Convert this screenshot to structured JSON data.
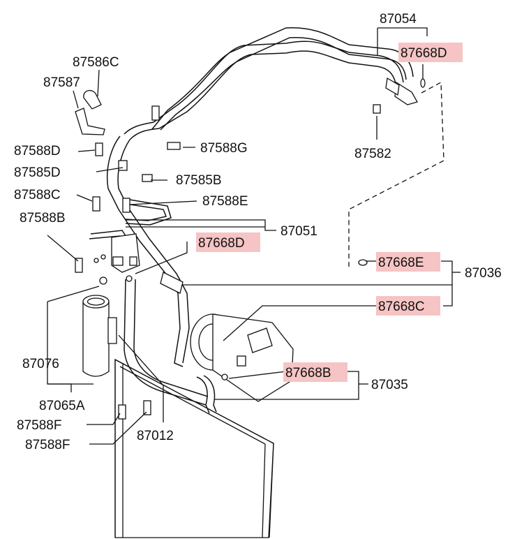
{
  "labels": {
    "l87054": "87054",
    "l87668D_top": "87668D",
    "l87586C": "87586C",
    "l87587": "87587",
    "l87582": "87582",
    "l87588D": "87588D",
    "l87588G": "87588G",
    "l87585D": "87585D",
    "l87585B": "87585B",
    "l87588C": "87588C",
    "l87588E": "87588E",
    "l87588B": "87588B",
    "l87051": "87051",
    "l87668D_mid": "87668D",
    "l87668E": "87668E",
    "l87036": "87036",
    "l87668C": "87668C",
    "l87076": "87076",
    "l87668B": "87668B",
    "l87035": "87035",
    "l87065A": "87065A",
    "l87588F_a": "87588F",
    "l87012": "87012",
    "l87588F_b": "87588F"
  },
  "colors": {
    "highlight": "#f6c4c4",
    "line": "#111111"
  }
}
